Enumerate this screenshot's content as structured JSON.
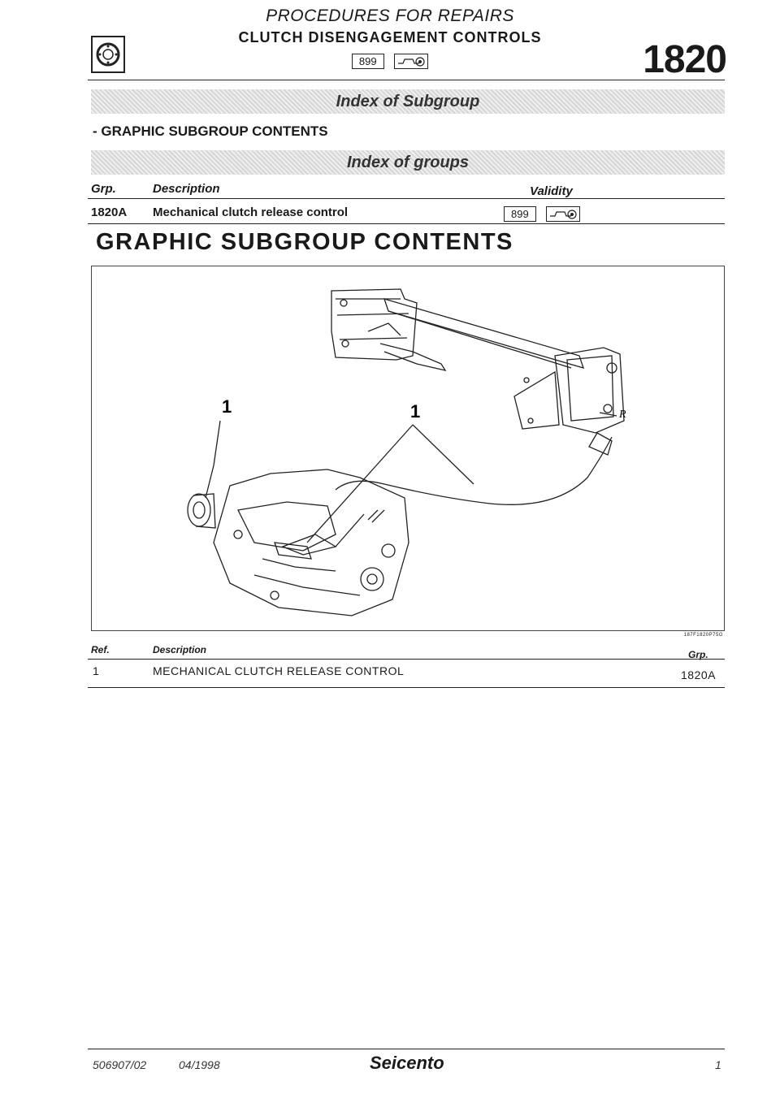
{
  "header": {
    "title": "PROCEDURES FOR REPAIRS",
    "subtitle": "CLUTCH DISENGAGEMENT CONTROLS",
    "section_number": "1820",
    "badge": "899",
    "logo_icon": "wheel-logo-icon",
    "vehicle_icon": "car-validity-icon"
  },
  "banners": {
    "subgroup": "Index of Subgroup",
    "groups": "Index of groups"
  },
  "subgroup_item": "- GRAPHIC SUBGROUP CONTENTS",
  "index_table": {
    "headers": {
      "grp": "Grp.",
      "description": "Description",
      "validity": "Validity"
    },
    "rows": [
      {
        "grp": "1820A",
        "description": "Mechanical clutch release control",
        "validity_badge": "899"
      }
    ]
  },
  "section_title": "GRAPHIC SUBGROUP CONTENTS",
  "figure": {
    "callout_1": "1",
    "callout_2": "1",
    "callout_r": "R",
    "code": "187F1820P75G"
  },
  "ref_table": {
    "headers": {
      "ref": "Ref.",
      "description": "Description",
      "grp": "Grp."
    },
    "rows": [
      {
        "ref": "1",
        "description": "MECHANICAL CLUTCH RELEASE CONTROL",
        "grp": "1820A"
      }
    ]
  },
  "footer": {
    "doc_number": "506907/02",
    "date": "04/1998",
    "brand": "Seicento",
    "page": "1"
  }
}
